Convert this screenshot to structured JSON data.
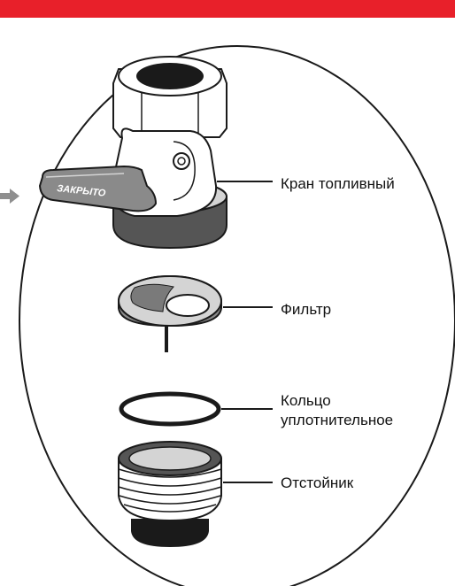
{
  "colors": {
    "top_bar": "#e8202a",
    "outline": "#1a1a1a",
    "dark_gray": "#555555",
    "mid_gray": "#8a8a8a",
    "light_gray": "#d4d4d4",
    "arrow": "#8f8f8f"
  },
  "handle_text": "ЗАКРЫТО",
  "labels": {
    "fuel_valve": "Кран топливный",
    "filter": "Фильтр",
    "seal_ring_line1": "Кольцо",
    "seal_ring_line2": "уплотнительное",
    "sediment_bowl": "Отстойник"
  }
}
